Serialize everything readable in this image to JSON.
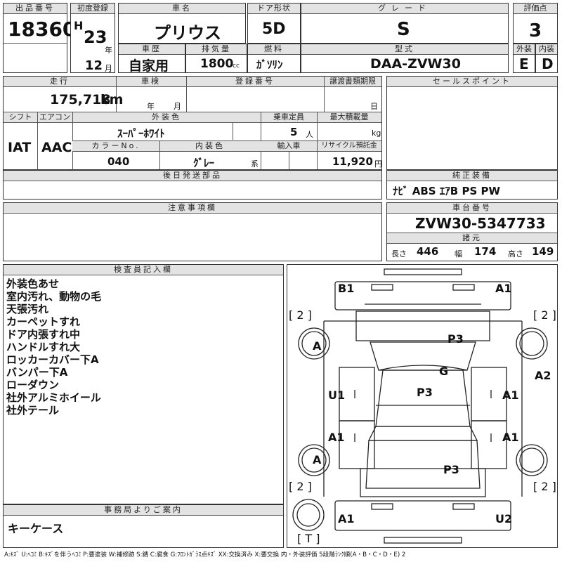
{
  "header": {
    "lot_label": "出品番号",
    "lot": "18360",
    "first_reg_label": "初度登録",
    "era": "H",
    "year": "23",
    "year_unit": "年",
    "month": "12",
    "month_unit": "月",
    "car_name_label": "車名",
    "car_name": "プリウス",
    "door_label": "ドア形状",
    "door": "5D",
    "grade_label": "グレード",
    "grade": "S",
    "score_label": "評価点",
    "score": "3",
    "history_label": "車歴",
    "history": "自家用",
    "displacement_label": "排気量",
    "displacement": "1800",
    "displacement_unit": "cc",
    "fuel_label": "燃料",
    "fuel": "ｶﾞｿﾘﾝ",
    "model_label": "型式",
    "model": "DAA-ZVW30",
    "exterior_label": "外装",
    "exterior": "E",
    "interior_label": "内装",
    "interior": "D"
  },
  "details": {
    "mileage_label": "走行",
    "mileage": "175,718",
    "mileage_unit": "km",
    "inspection_label": "車検",
    "year_unit": "年",
    "month_unit": "月",
    "reg_no_label": "登録番号",
    "transfer_label": "譲渡書類期限",
    "day_unit": "日",
    "shift_label": "シフト",
    "shift": "IAT",
    "ac_label": "エアコン",
    "ac": "AAC",
    "color_label": "外装色",
    "color": "ｽｰﾊﾟｰﾎﾜｲﾄ",
    "capacity_label": "乗車定員",
    "capacity": "5",
    "capacity_unit": "人",
    "load_label": "最大積載量",
    "load_unit": "kg",
    "color_no_label": "カラーNo.",
    "color_no": "040",
    "interior_color_label": "内装色",
    "interior_color": "ｸﾞﾚｰ",
    "interior_color_suffix": "系",
    "import_label": "輸入車",
    "recycle_label": "リサイクル預託金",
    "recycle": "11,920",
    "recycle_unit": "円",
    "later_parts_label": "後日発送部品"
  },
  "sales_points": {
    "label": "セールスポイント"
  },
  "equipment": {
    "label": "純正装備",
    "value": "ﾅﾋﾞ ABS ｴｱB PS PW"
  },
  "cautions": {
    "label": "注意事項欄"
  },
  "chassis": {
    "label": "車台番号",
    "value": "ZVW30-5347733"
  },
  "dimensions": {
    "label": "諸元",
    "length_label": "長さ",
    "length": "446",
    "width_label": "幅",
    "width": "174",
    "height_label": "高さ",
    "height": "149"
  },
  "inspector": {
    "label": "検査員記入欄",
    "notes": [
      "外装色あせ",
      "室内汚れ、動物の毛",
      "天張汚れ",
      "カーペットすれ",
      "ドア内張すれ中",
      "ハンドルすれ大",
      "ロッカーカバー下A",
      "バンパー下A",
      "ローダウン",
      "社外アルミホイール",
      "社外テール"
    ]
  },
  "office": {
    "label": "事務局よりご案内",
    "value": "キーケース"
  },
  "diagram": {
    "marks": {
      "b1": "B1",
      "a1_top": "A1",
      "tire_fl": "[ 2 ]",
      "tire_fr": "[ 2 ]",
      "wheel_fl": "A",
      "p3_roof": "P3",
      "g": "G",
      "a2": "A2",
      "u1": "U1",
      "p3_center": "P3",
      "a1_right_front": "A1",
      "a1_left_rear": "A1",
      "a1_right_rear": "A1",
      "wheel_rl": "A",
      "p3_rear": "P3",
      "tire_rl": "[ 2 ]",
      "tire_rr": "[ 2 ]",
      "a1_bottom": "A1",
      "u2": "U2",
      "spare": "[ T ]"
    }
  },
  "legend": "A:ｷｽﾞ U:ﾍｺﾐ B:ｷｽﾞを伴うﾍｺﾐ P:要塗装 W:補修跡 S:錆 C:腐食 G:ﾌﾛﾝﾄｶﾞﾗｽ点ｷｽﾞ XX:交換済み X:要交換 内・外装評価 5段階ﾗﾝｸ順(A・B・C・D・E) 2"
}
